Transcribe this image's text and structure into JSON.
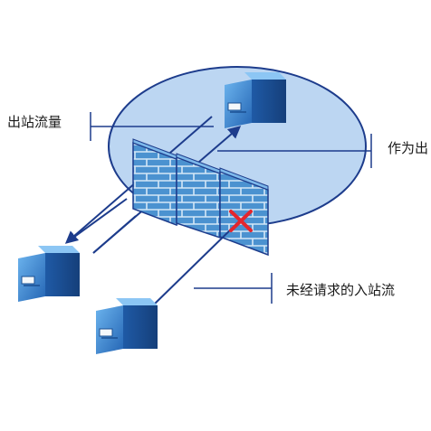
{
  "labels": {
    "outbound": "出站流量",
    "exception": "作为出",
    "unsolicited_inbound": "未经请求的入站流"
  },
  "colors": {
    "zone_fill": "#bcd6f2",
    "zone_stroke": "#1d3c8c",
    "arrow": "#1d3c8c",
    "wall": "#4b92d0",
    "brick_line": "#d4e7f7",
    "server": "#2f74c0",
    "blocked_mark": "#e3262d"
  },
  "icons": [
    "server-icon",
    "firewall-icon",
    "blocked-x-icon"
  ]
}
